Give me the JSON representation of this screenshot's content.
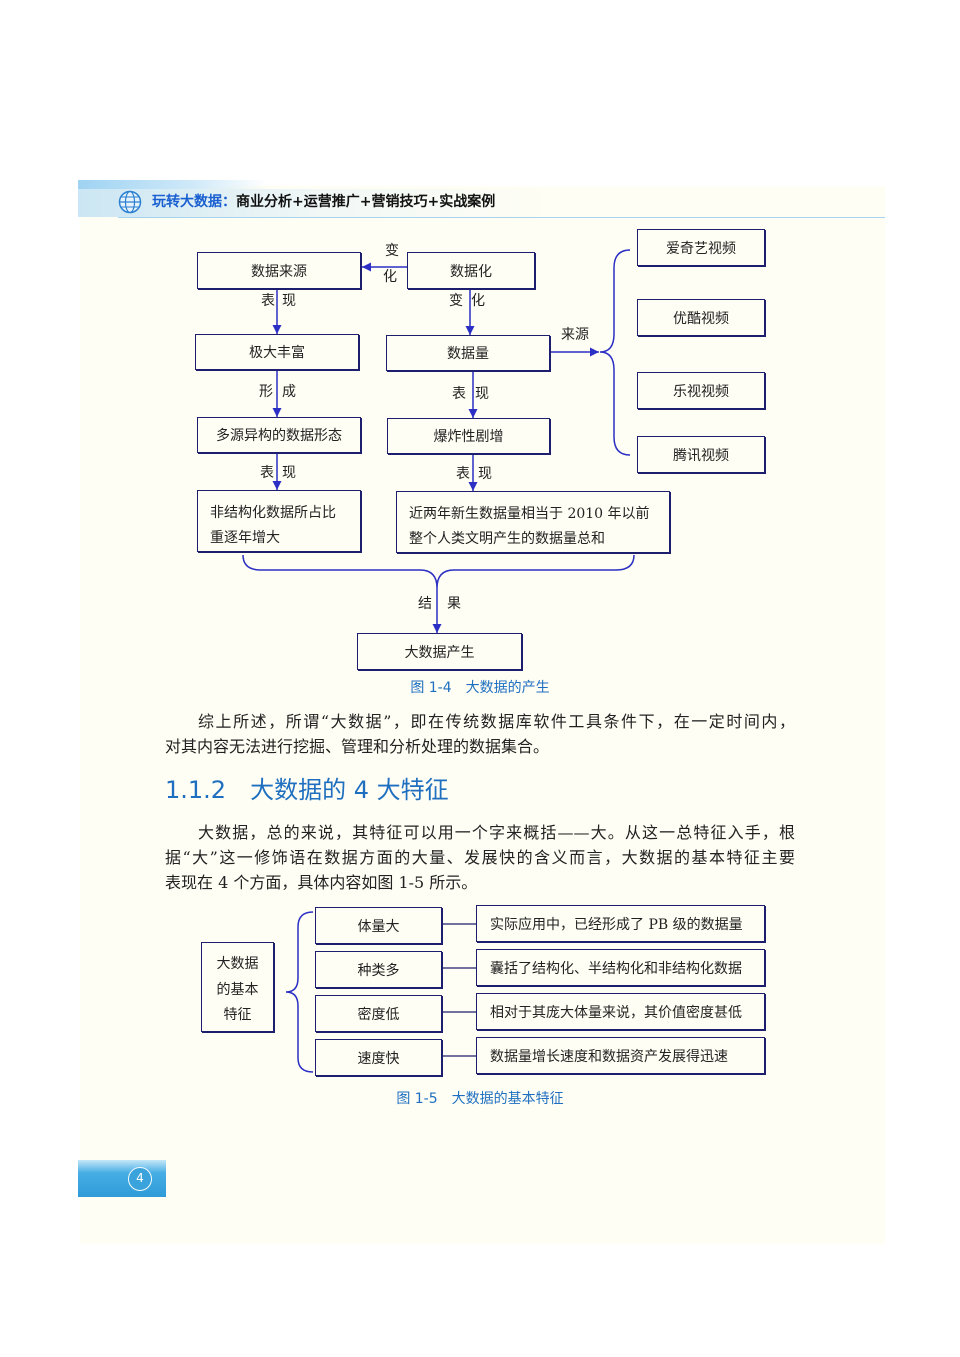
{
  "header": {
    "icon": "globe-icon",
    "book_title": "玩转大数据：",
    "book_subtitle": "商业分析+运营推广+营销技巧+实战案例"
  },
  "colors": {
    "accent": "#1f6fc0",
    "header_blue": "#1a5fd0",
    "diagram_line": "#2b2fc4",
    "box_border": "#1e1e6e"
  },
  "figure_1_4": {
    "nodes": {
      "data_source": "数据来源",
      "datafication": "数据化",
      "extremely_rich": "极大丰富",
      "data_volume": "数据量",
      "heterogeneous_forms": "多源异构的数据形态",
      "explosive_growth": "爆炸性剧增",
      "unstructured_share": [
        "非结构化数据所占比",
        "重逐年增大"
      ],
      "recent_volume": [
        "近两年新生数据量相当于 2010 年以前",
        "整个人类文明产生的数据量总和"
      ],
      "big_data_emerges": "大数据产生"
    },
    "platforms": [
      "爱奇艺视频",
      "优酷视频",
      "乐视视频",
      "腾讯视频"
    ],
    "edge_labels": {
      "datafication_to_source": [
        "变",
        "化"
      ],
      "source_to_rich": [
        "表",
        "现"
      ],
      "datafication_to_volume": [
        "变",
        "化"
      ],
      "volume_to_platforms": "来源",
      "rich_to_forms": [
        "形",
        "成"
      ],
      "volume_to_explosion": [
        "表",
        "现"
      ],
      "forms_to_unstructured": [
        "表",
        "现"
      ],
      "explosion_to_recent": [
        "表",
        "现"
      ],
      "merge_to_result": [
        "结",
        "果"
      ]
    },
    "caption": "图 1-4　大数据的产生"
  },
  "body": {
    "paragraph_1": [
      "综上所述，所谓“大数据”，即在传统数据库软件工具条件下，在一定时间内，",
      "对其内容无法进行挖掘、管理和分析处理的数据集合。"
    ],
    "section_heading": "1.1.2　大数据的 4 大特征",
    "paragraph_2": [
      "大数据，总的来说，其特征可以用一个字来概括——大。从这一总特征入手，根",
      "据“大”这一修饰语在数据方面的大量、发展快的含义而言，大数据的基本特征主要",
      "表现在 4 个方面，具体内容如图 1-5 所示。"
    ]
  },
  "figure_1_5": {
    "root": [
      "大数据",
      "的基本",
      "特征"
    ],
    "features": [
      {
        "name": "体量大",
        "description": "实际应用中，已经形成了 PB 级的数据量"
      },
      {
        "name": "种类多",
        "description": "囊括了结构化、半结构化和非结构化数据"
      },
      {
        "name": "密度低",
        "description": "相对于其庞大体量来说，其价值密度甚低"
      },
      {
        "name": "速度快",
        "description": "数据量增长速度和数据资产发展得迅速"
      }
    ],
    "caption": "图 1-5　大数据的基本特征"
  },
  "footer": {
    "page_number": "4"
  }
}
